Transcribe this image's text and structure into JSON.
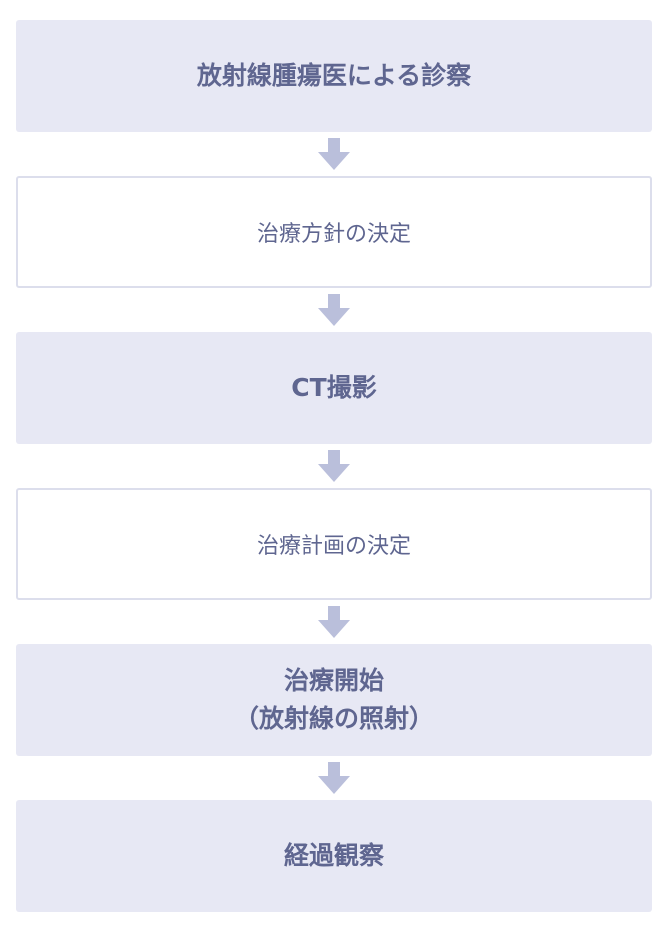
{
  "colors": {
    "filled_background": "#e7e8f4",
    "outlined_border": "#dcdeec",
    "text": "#5f6690",
    "arrow": "#babfdb"
  },
  "steps": [
    {
      "label": "放射線腫瘍医による診察",
      "style": "filled"
    },
    {
      "label": "治療方針の決定",
      "style": "outlined"
    },
    {
      "label": "CT撮影",
      "style": "filled"
    },
    {
      "label": "治療計画の決定",
      "style": "outlined"
    },
    {
      "label": "治療開始",
      "sublabel": "（放射線の照射）",
      "style": "filled"
    },
    {
      "label": "経過観察",
      "style": "filled"
    }
  ]
}
